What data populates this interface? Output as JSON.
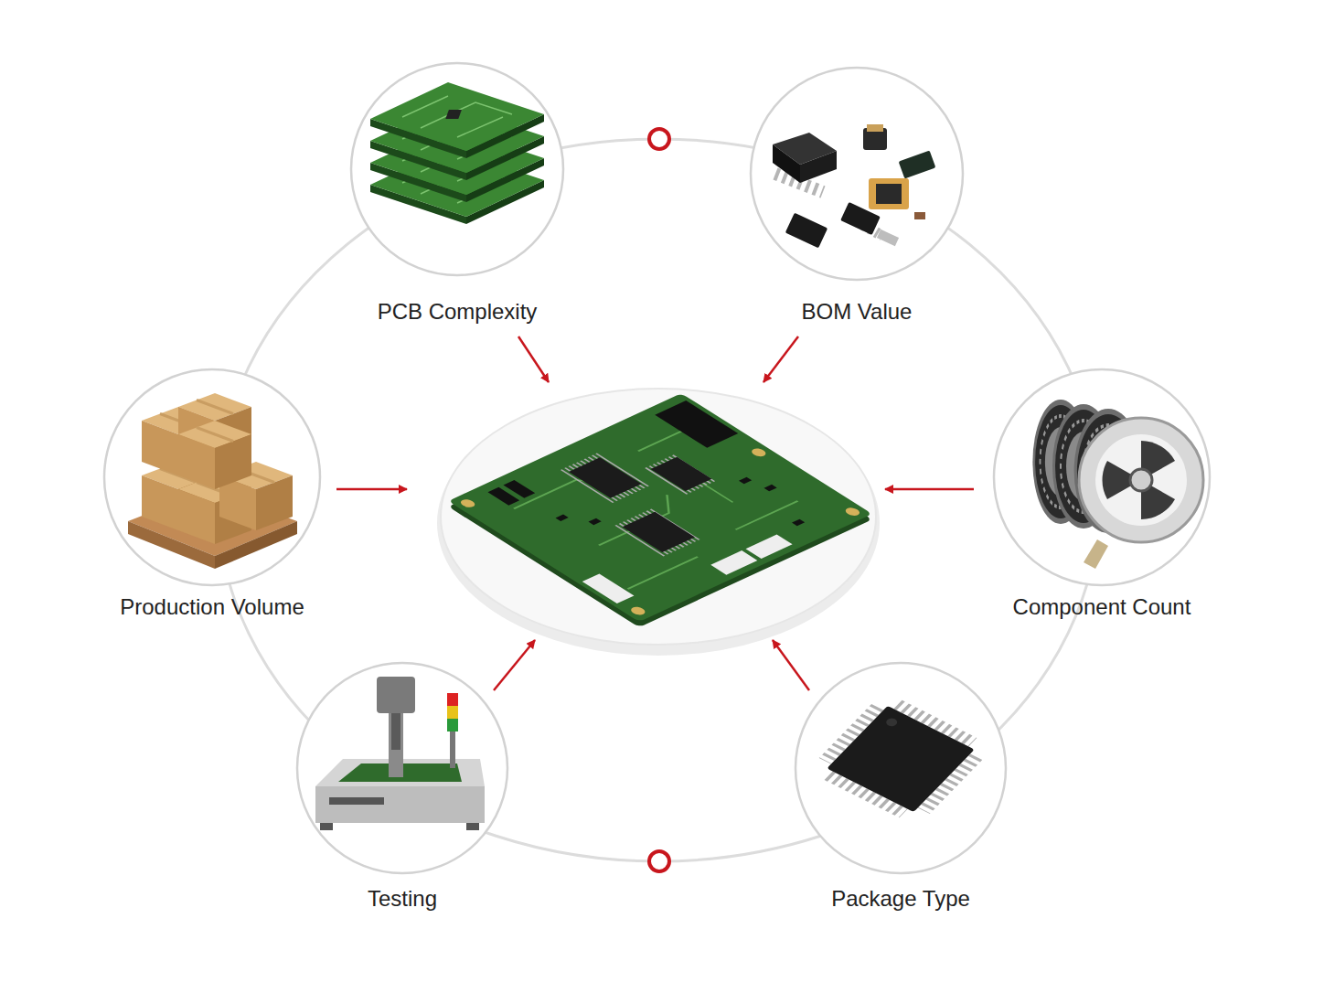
{
  "diagram": {
    "nodes": [
      {
        "text": [
          "PCB Complexity"
        ]
      },
      {
        "text": [
          "BOM Value"
        ]
      },
      {
        "text": [
          "Production Volume"
        ]
      },
      {
        "text": [
          "Component Count"
        ]
      },
      {
        "text": [
          "Testing"
        ]
      },
      {
        "text": [
          "Package Type"
        ]
      }
    ]
  }
}
